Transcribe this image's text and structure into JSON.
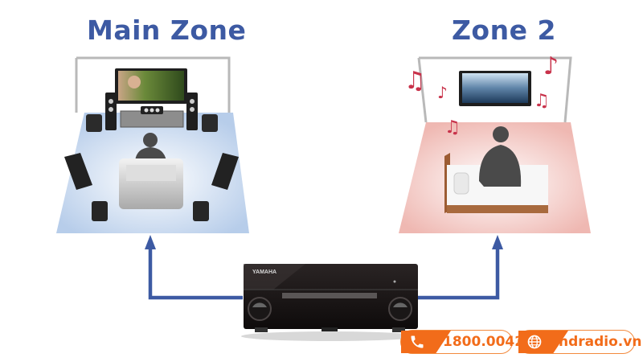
{
  "zones": {
    "main": {
      "title": "Main Zone",
      "floor_color": "#c5d7ee"
    },
    "zone2": {
      "title": "Zone 2",
      "floor_color": "#f2c4c0"
    }
  },
  "receiver": {
    "brand": "YAMAHA"
  },
  "arrow_color": "#3d5aa3",
  "title_color": "#3d5aa3",
  "contact": {
    "phone": "1800.0042",
    "website": "hdradio.vn",
    "accent": "#f26c1a"
  }
}
